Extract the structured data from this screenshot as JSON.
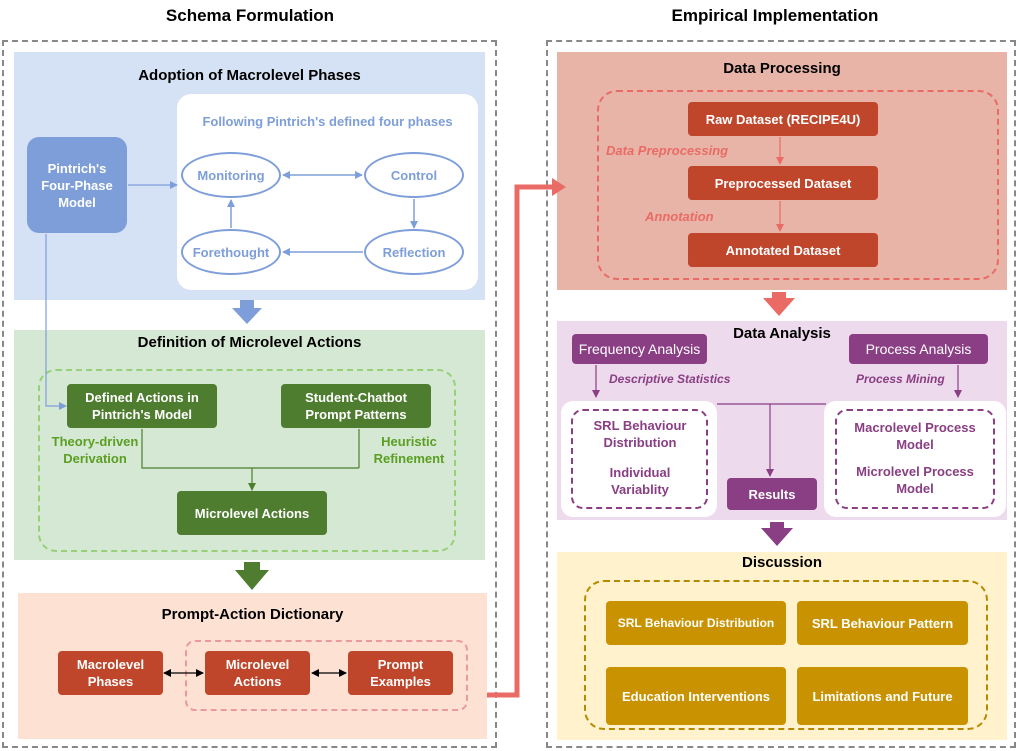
{
  "headers": {
    "schema": "Schema Formulation",
    "empirical": "Empirical Implementation"
  },
  "adoption": {
    "title": "Adoption of Macrolevel Phases",
    "subtitle": "Following Pintrich's defined four phases",
    "model": "Pintrich's Four-Phase Model",
    "phases": {
      "monitoring": "Monitoring",
      "control": "Control",
      "reflection": "Reflection",
      "forethought": "Forethought"
    }
  },
  "definition": {
    "title": "Definition of Microlevel Actions",
    "defined_actions": "Defined Actions in Pintrich's Model",
    "prompt_patterns": "Student-Chatbot Prompt Patterns",
    "theory_driven": "Theory-driven Derivation",
    "heuristic": "Heuristic Refinement",
    "microlevel_actions": "Microlevel Actions"
  },
  "dictionary": {
    "title": "Prompt-Action Dictionary",
    "macrolevel_phases": "Macrolevel Phases",
    "microlevel_actions": "Microlevel Actions",
    "prompt_examples": "Prompt Examples"
  },
  "processing": {
    "title": "Data Processing",
    "raw": "Raw Dataset (RECIPE4U)",
    "preprocessing": "Data Preprocessing",
    "preprocessed": "Preprocessed Dataset",
    "annotation": "Annotation",
    "annotated": "Annotated Dataset"
  },
  "analysis": {
    "title": "Data Analysis",
    "frequency": "Frequency Analysis",
    "process": "Process Analysis",
    "descriptive": "Descriptive Statistics",
    "mining": "Process Mining",
    "srl_distribution": "SRL Behaviour Distribution",
    "variability": "Individual Variablity",
    "macro_model": "Macrolevel Process Model",
    "micro_model": "Microlevel Process Model",
    "results": "Results"
  },
  "discussion": {
    "title": "Discussion",
    "items": [
      "SRL Behaviour Distribution",
      "SRL Behaviour Pattern",
      "Education Interventions",
      "Limitations and Future"
    ]
  },
  "colors": {
    "blue_bg": "#d5e1f4",
    "green_bg": "#d5e8d4",
    "peach_bg": "#fde2d4",
    "red_bg": "#e8b4a8",
    "purple_bg": "#eddaec",
    "yellow_bg": "#fff2cc",
    "dark_green": "#4e7d30",
    "dark_red": "#c0462b",
    "purple": "#8a3e84",
    "gold": "#c99200"
  }
}
